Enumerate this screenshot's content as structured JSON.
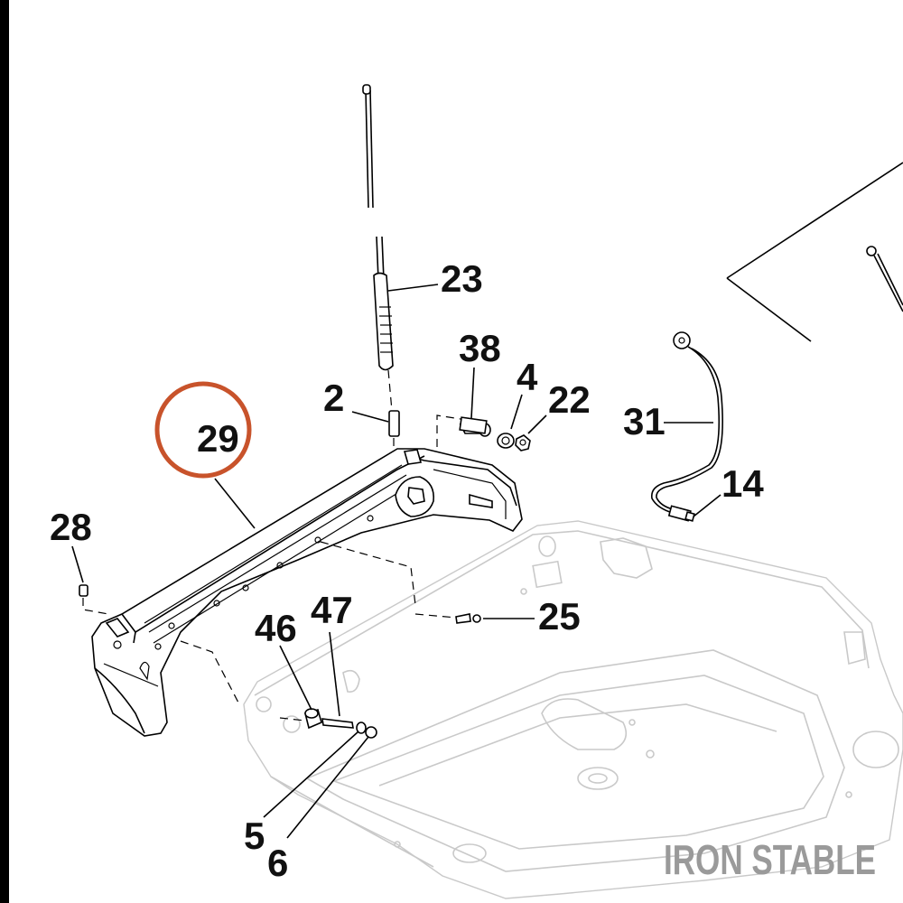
{
  "callouts": {
    "c2": "2",
    "c4": "4",
    "c5": "5",
    "c6": "6",
    "c14": "14",
    "c22": "22",
    "c23": "23",
    "c25": "25",
    "c28": "28",
    "c29": "29",
    "c31": "31",
    "c38": "38",
    "c46": "46",
    "c47": "47"
  },
  "brand": {
    "name": "IRON STABLE"
  },
  "highlight": {
    "part": "29",
    "color": "#c8532b"
  },
  "colors": {
    "left_bar": "#000000",
    "ghost_lines": "#c9c9c9",
    "watermark": "#9a9a9a"
  }
}
